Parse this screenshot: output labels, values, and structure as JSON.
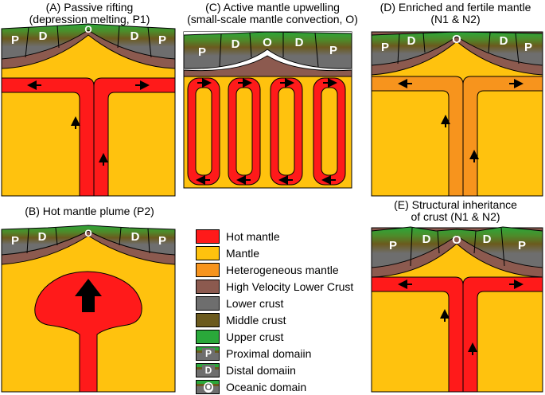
{
  "panels": {
    "a": {
      "title_line1": "(A) Passive rifting",
      "title_line2": "(depression melting, P1)"
    },
    "b": {
      "title_line1": "(B) Hot mantle plume (P2)"
    },
    "c": {
      "title_line1": "(C) Active mantle upwelling",
      "title_line2": "(small-scale mantle convection, O)"
    },
    "d": {
      "title_line1": "(D) Enriched and fertile mantle",
      "title_line2": "(N1 & N2)"
    },
    "e": {
      "title_line1": "(E) Structural inheritance",
      "title_line2": "of crust (N1 & N2)"
    }
  },
  "block_labels": {
    "proximal": "P",
    "distal": "D",
    "oceanic": "O"
  },
  "legend": [
    {
      "label": "Hot mantle",
      "color": "#ff1a1a"
    },
    {
      "label": "Mantle",
      "color": "#ffc20e"
    },
    {
      "label": "Heterogeneous mantle",
      "color": "#f7941d"
    },
    {
      "label": "High Velocity Lower Crust",
      "color": "#8c5a4f"
    },
    {
      "label": "Lower crust",
      "color": "#6e6e6e"
    },
    {
      "label": "Middle crust",
      "color": "#6b5a1e"
    },
    {
      "label": "Upper crust",
      "color": "#2aa83a"
    },
    {
      "label": "Proximal domaiin",
      "letter": "P"
    },
    {
      "label": "Distal domaiin",
      "letter": "D"
    },
    {
      "label": "Oceanic domain",
      "letter": "O"
    }
  ],
  "colors": {
    "hot_mantle": "#ff1a1a",
    "mantle": "#ffc20e",
    "heterogeneous_mantle": "#f7941d",
    "hvlc": "#8c5a4f",
    "lower_crust": "#6e6e6e",
    "middle_crust": "#6b5a1e",
    "upper_crust": "#2aa83a"
  }
}
